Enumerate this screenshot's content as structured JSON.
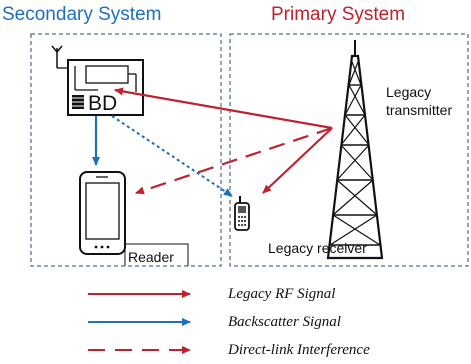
{
  "titles": {
    "secondary": "Secondary System",
    "primary": "Primary System"
  },
  "labels": {
    "bd": "BD",
    "reader": "Reader",
    "legacy_transmitter_line1": "Legacy",
    "legacy_transmitter_line2": "transmitter",
    "legacy_receiver": "Legacy receiver"
  },
  "legend": [
    {
      "label": "Legacy RF Signal",
      "color": "#c0212f",
      "style": "solid"
    },
    {
      "label": "Backscatter Signal",
      "color": "#1f6fbf",
      "style": "solid"
    },
    {
      "label": "Direct-link Interference",
      "color": "#c0212f",
      "style": "dashed"
    }
  ],
  "colors": {
    "secondary_title": "#1f6fbf",
    "primary_title": "#c0212f",
    "legacy_rf": "#c0212f",
    "backscatter": "#1f6fbf",
    "box_border": "#1f4e79"
  },
  "icons": [
    "backscatter-device-icon",
    "smartphone-reader-icon",
    "transmission-tower-icon",
    "cellphone-receiver-icon"
  ]
}
